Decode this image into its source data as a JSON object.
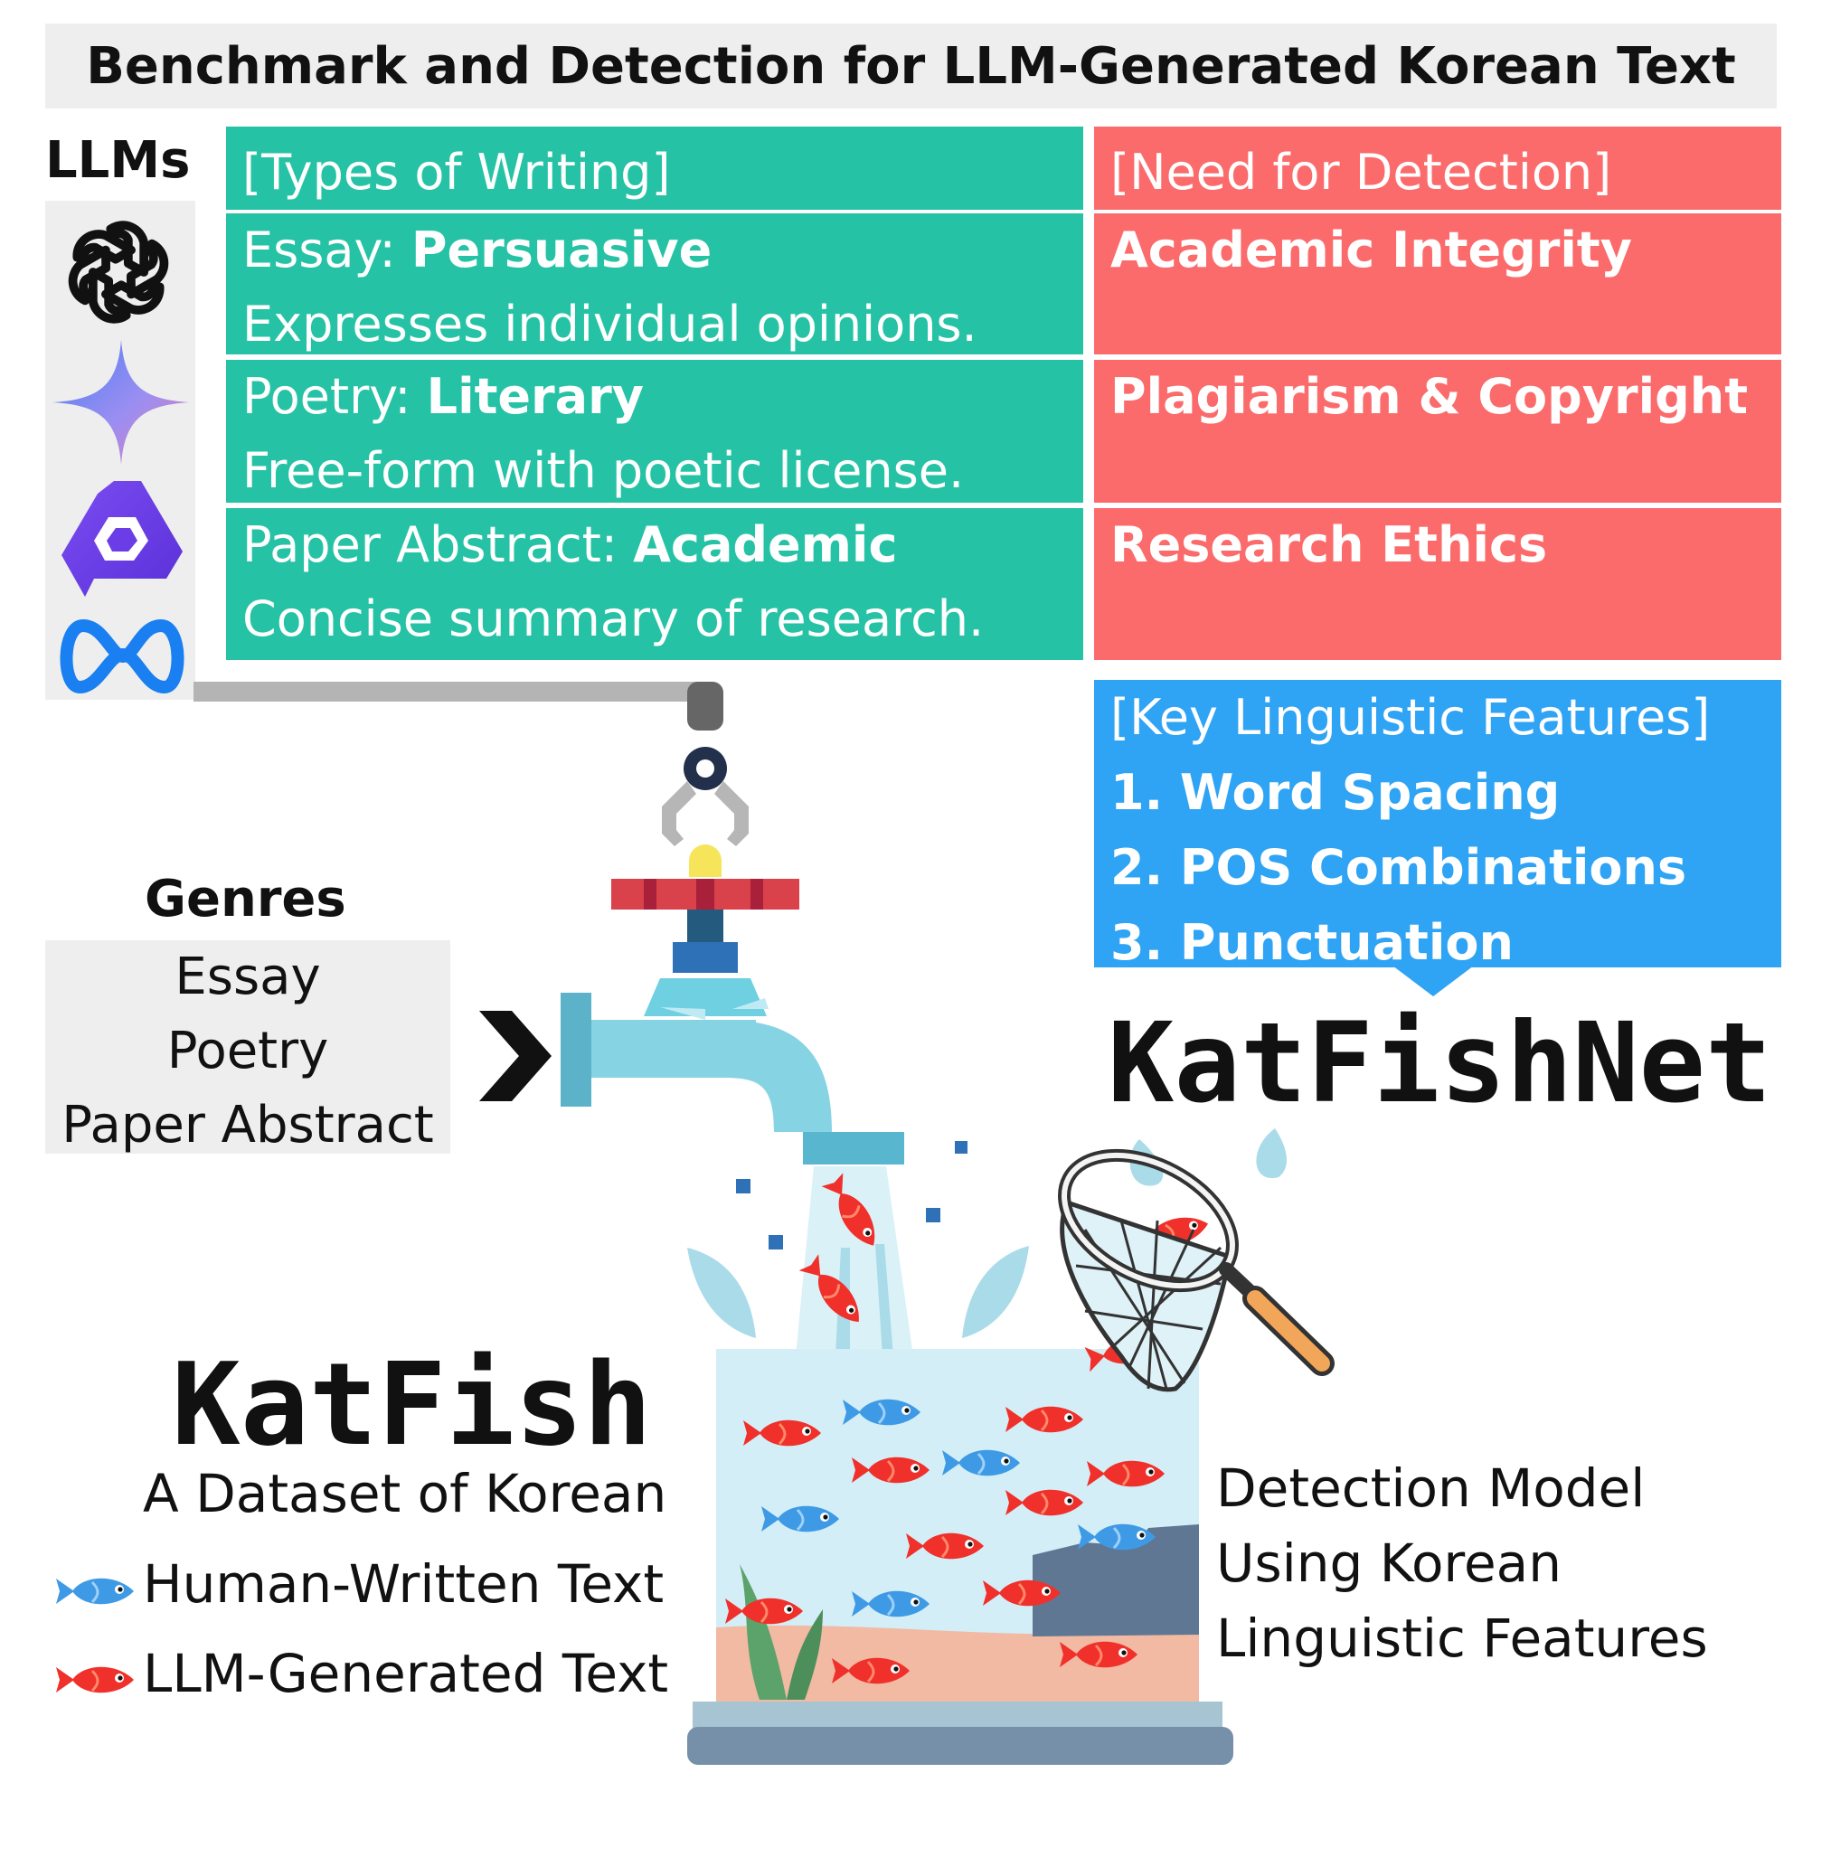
{
  "title": "Benchmark and Detection for LLM-Generated Korean Text",
  "llms": {
    "label": "LLMs",
    "icons": [
      "openai-logo",
      "gemini-logo",
      "qwen-logo",
      "meta-logo"
    ]
  },
  "writing_types": {
    "header": "[Types of Writing]",
    "rows": [
      {
        "prefix": "Essay: ",
        "strong": "Persuasive",
        "desc": "Expresses individual opinions."
      },
      {
        "prefix": "Poetry: ",
        "strong": "Literary",
        "desc": "Free-form with poetic license."
      },
      {
        "prefix": "Paper Abstract: ",
        "strong": "Academic",
        "desc": "Concise summary of research."
      }
    ]
  },
  "detection_need": {
    "header": "[Need for Detection]",
    "items": [
      "Academic Integrity",
      "Plagiarism & Copyright",
      "Research Ethics"
    ]
  },
  "linguistic_features": {
    "header": "[Key Linguistic Features]",
    "items": [
      "1. Word Spacing",
      "2. POS Combinations",
      "3. Punctuation"
    ]
  },
  "genres": {
    "label": "Genres",
    "items": [
      "Essay",
      "Poetry",
      "Paper Abstract"
    ]
  },
  "katfishnet": {
    "name": "KatFishNet",
    "description": [
      "Detection Model",
      "Using Korean",
      "Linguistic Features"
    ]
  },
  "katfish": {
    "name": "KatFish",
    "subtitle": "A Dataset of Korean",
    "legend": [
      {
        "label": "Human-Written Text",
        "color": "#3f9ae6"
      },
      {
        "label": "LLM-Generated Text",
        "color": "#f0302a"
      }
    ]
  },
  "colors": {
    "teal": "#26c2a5",
    "red": "#fb6b6b",
    "blue": "#2fa3f4",
    "human_fish": "#3f9ae6",
    "llm_fish": "#f0302a"
  }
}
